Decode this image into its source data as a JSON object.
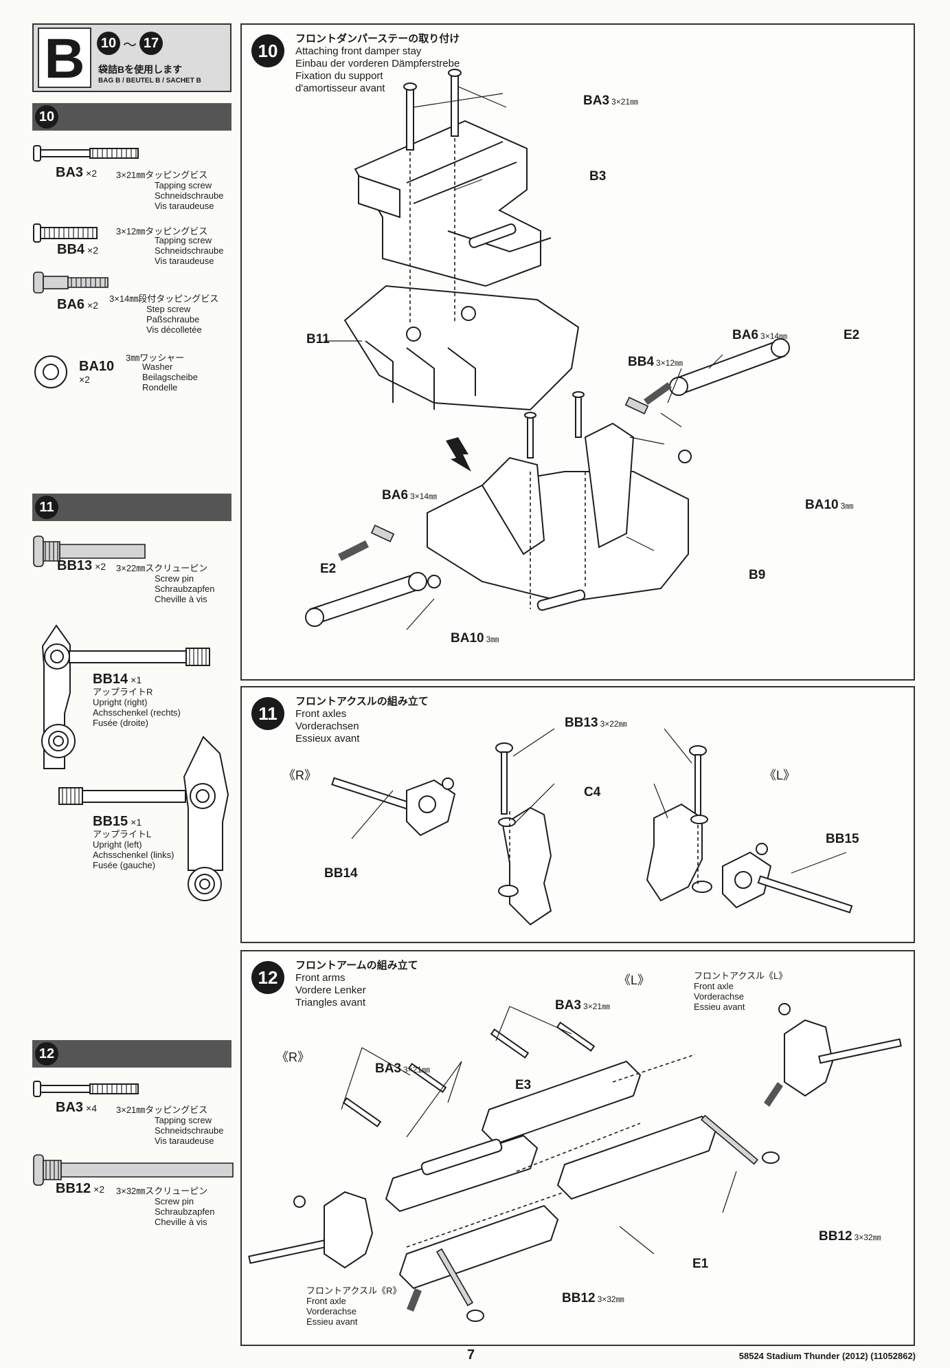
{
  "bag": {
    "letter": "B",
    "range_start": "10",
    "range_sep": "〜",
    "range_end": "17",
    "use_jp": "袋詰Bを使用します",
    "use_en": "BAG B / BEUTEL B / SACHET B"
  },
  "left_sections": [
    {
      "step": "10",
      "parts": [
        {
          "code": "BA3",
          "qty": "×2",
          "jp": "3×21㎜タッピングビス",
          "tr": [
            "Tapping screw",
            "Schneidschraube",
            "Vis taraudeuse"
          ]
        },
        {
          "code": "BB4",
          "qty": "×2",
          "jp": "3×12㎜タッピングビス",
          "tr": [
            "Tapping screw",
            "Schneidschraube",
            "Vis taraudeuse"
          ]
        },
        {
          "code": "BA6",
          "qty": "×2",
          "jp": "3×14㎜段付タッピングビス",
          "tr": [
            "Step screw",
            "Paßschraube",
            "Vis décolletée"
          ]
        },
        {
          "code": "BA10",
          "qty": "×2",
          "jp": "3㎜ワッシャー",
          "tr": [
            "Washer",
            "Beilagscheibe",
            "Rondelle"
          ]
        }
      ]
    },
    {
      "step": "11",
      "parts": [
        {
          "code": "BB13",
          "qty": "×2",
          "jp": "3×22㎜スクリューピン",
          "tr": [
            "Screw pin",
            "Schraubzapfen",
            "Cheville à vis"
          ]
        },
        {
          "code": "BB14",
          "qty": "×1",
          "jp": "アップライトR",
          "tr": [
            "Upright (right)",
            "Achsschenkel (rechts)",
            "Fusée (droite)"
          ]
        },
        {
          "code": "BB15",
          "qty": "×1",
          "jp": "アップライトL",
          "tr": [
            "Upright (left)",
            "Achsschenkel (links)",
            "Fusée (gauche)"
          ]
        }
      ]
    },
    {
      "step": "12",
      "parts": [
        {
          "code": "BA3",
          "qty": "×4",
          "jp": "3×21㎜タッピングビス",
          "tr": [
            "Tapping screw",
            "Schneidschraube",
            "Vis taraudeuse"
          ]
        },
        {
          "code": "BB12",
          "qty": "×2",
          "jp": "3×32㎜スクリューピン",
          "tr": [
            "Screw pin",
            "Schraubzapfen",
            "Cheville à vis"
          ]
        }
      ]
    }
  ],
  "panels": [
    {
      "step": "10",
      "title_jp": "フロントダンパーステーの取り付け",
      "title_lines": [
        "Attaching front damper stay",
        "Einbau der vorderen Dämpferstrebe",
        "Fixation du support",
        "d'amortisseur avant"
      ],
      "callouts": {
        "ba3": {
          "code": "BA3",
          "size": "3×21㎜"
        },
        "b3": "B3",
        "b11": "B11",
        "ba6a": {
          "code": "BA6",
          "size": "3×14㎜"
        },
        "e2a": "E2",
        "bb4": {
          "code": "BB4",
          "size": "3×12㎜"
        },
        "ba10a": {
          "code": "BA10",
          "size": "3㎜"
        },
        "ba6b": {
          "code": "BA6",
          "size": "3×14㎜"
        },
        "e2b": "E2",
        "b9": "B9",
        "ba10b": {
          "code": "BA10",
          "size": "3㎜"
        }
      }
    },
    {
      "step": "11",
      "title_jp": "フロントアクスルの組み立て",
      "title_lines": [
        "Front axles",
        "Vorderachsen",
        "Essieux avant"
      ],
      "callouts": {
        "bb13": {
          "code": "BB13",
          "size": "3×22㎜"
        },
        "c4": "C4",
        "bb14": "BB14",
        "bb15": "BB15",
        "side_r": "《R》",
        "side_l": "《L》"
      }
    },
    {
      "step": "12",
      "title_jp": "フロントアームの組み立て",
      "title_lines": [
        "Front arms",
        "Vordere Lenker",
        "Triangles avant"
      ],
      "callouts": {
        "side_l": "《L》",
        "side_r": "《R》",
        "ba3a": {
          "code": "BA3",
          "size": "3×21㎜"
        },
        "ba3b": {
          "code": "BA3",
          "size": "3×21㎜"
        },
        "e3": "E3",
        "e1": "E1",
        "bb12a": {
          "code": "BB12",
          "size": "3×32㎜"
        },
        "bb12b": {
          "code": "BB12",
          "size": "3×32㎜"
        },
        "axle_l_jp": "フロントアクスル《L》",
        "axle_l": [
          "Front axle",
          "Vorderachse",
          "Essieu avant"
        ],
        "axle_r_jp": "フロントアクスル《R》",
        "axle_r": [
          "Front axle",
          "Vorderachse",
          "Essieu avant"
        ]
      }
    }
  ],
  "footer": {
    "page": "7",
    "ref": "58524 Stadium Thunder (2012) (11052862)"
  }
}
